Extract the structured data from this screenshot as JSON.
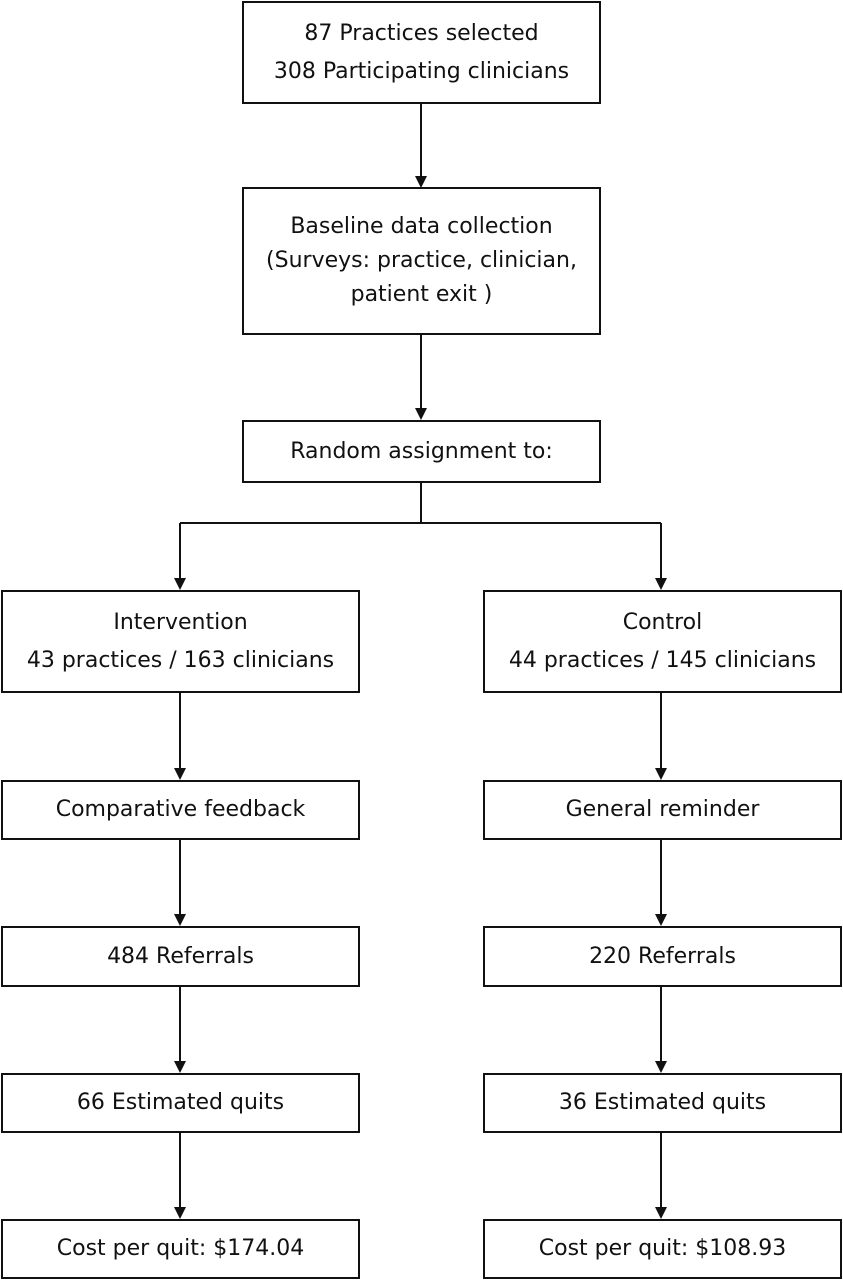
{
  "flowchart": {
    "selection": {
      "line1": "87 Practices selected",
      "line2": "308 Participating clinicians"
    },
    "baseline": {
      "line1": "Baseline data collection",
      "line2": "(Surveys: practice, clinician,",
      "line3": "patient exit )"
    },
    "random": {
      "label": "Random assignment to:"
    },
    "intervention": {
      "title": "Intervention",
      "detail": "43 practices / 163 clinicians",
      "feedback": "Comparative feedback",
      "referrals": "484 Referrals",
      "quits": "66 Estimated quits",
      "cost": "Cost per quit: $174.04"
    },
    "control": {
      "title": "Control",
      "detail": "44 practices / 145 clinicians",
      "feedback": "General reminder",
      "referrals": "220 Referrals",
      "quits": "36 Estimated quits",
      "cost": "Cost per quit: $108.93"
    }
  }
}
